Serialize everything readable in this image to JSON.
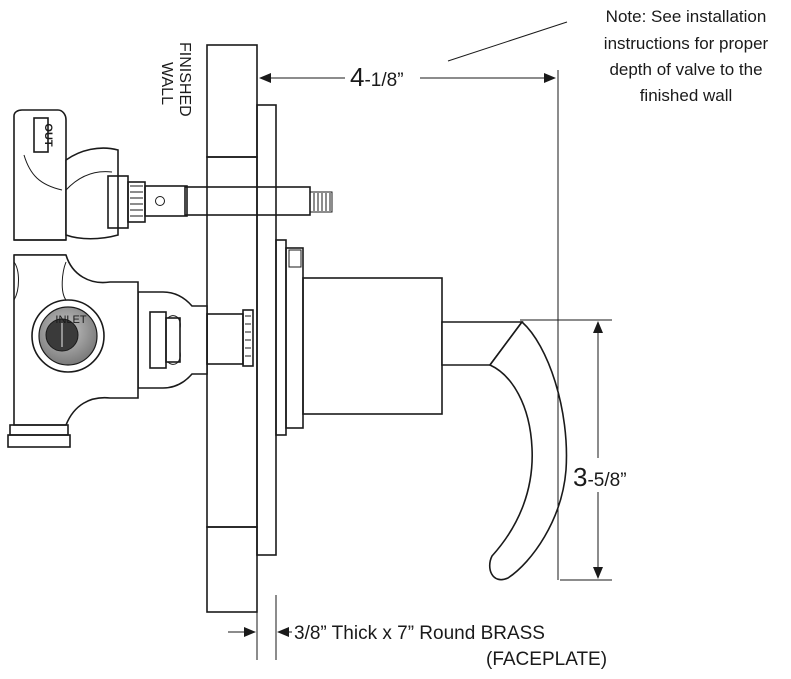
{
  "note": {
    "line1": "Note: See installation",
    "line2": "instructions for proper",
    "line3": "depth of valve to the",
    "line4": "finished wall"
  },
  "wall_label": {
    "line1": "FINISHED",
    "line2": "WALL"
  },
  "dim_depth": {
    "whole": "4",
    "frac": "-1/8”"
  },
  "dim_handle": {
    "whole": "3",
    "frac": "-5/8”"
  },
  "faceplate": {
    "line1": "3/8” Thick x 7” Round BRASS",
    "line2": "(FACEPLATE)"
  },
  "port_out": "OUT",
  "port_inlet": "INLET",
  "colors": {
    "ink": "#1a1a1a",
    "inlet_fill": "#8a8a8a"
  }
}
